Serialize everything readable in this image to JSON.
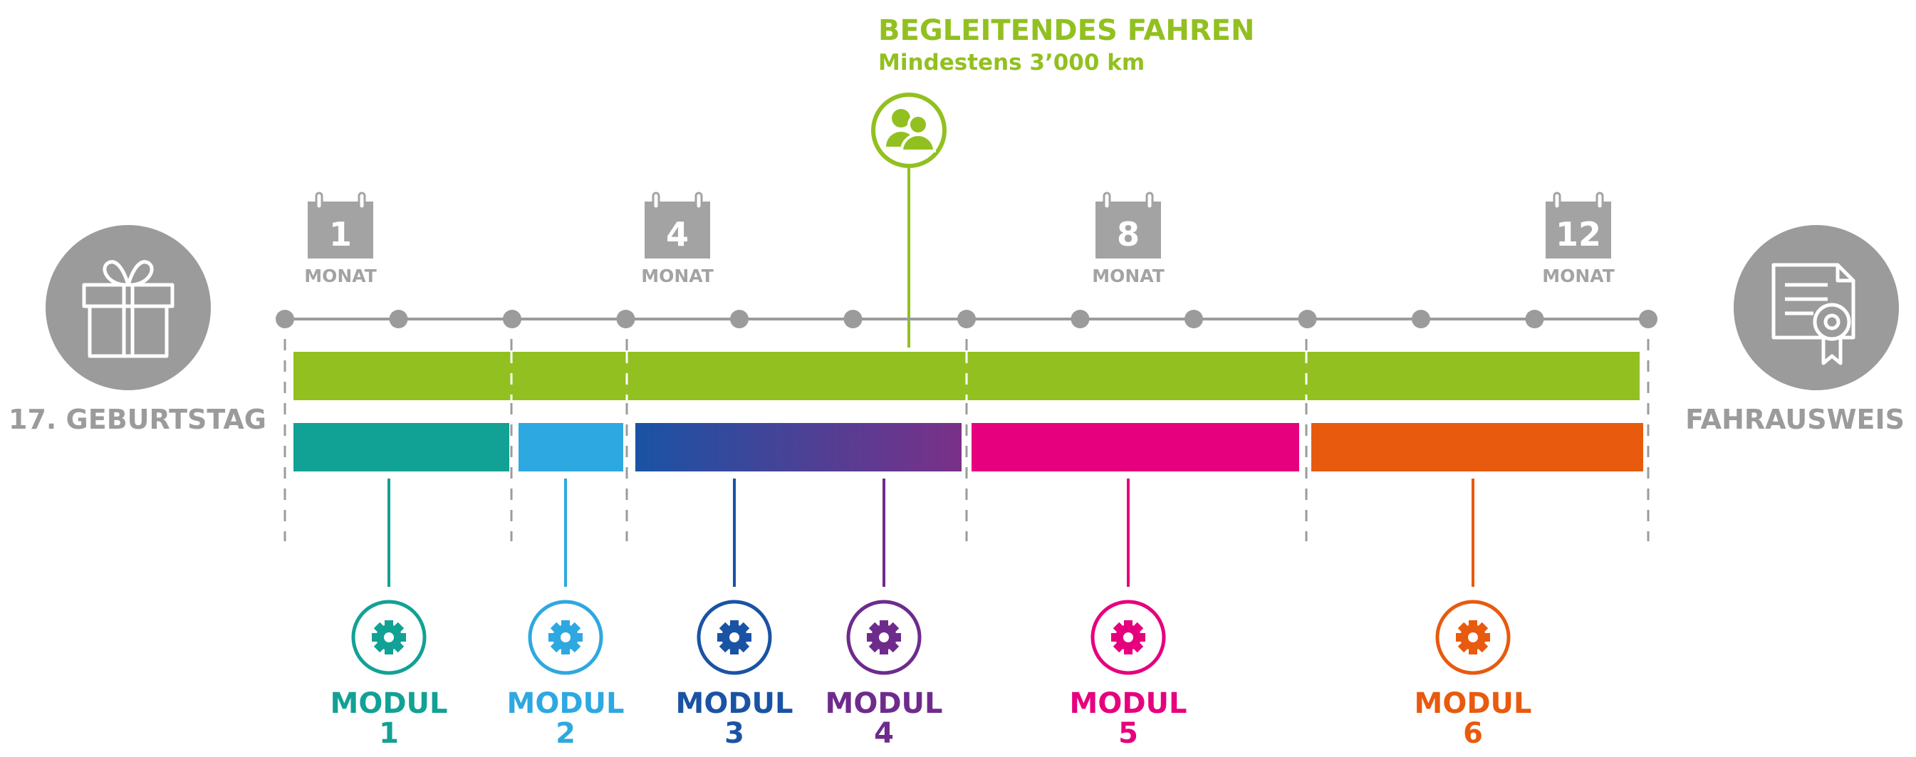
{
  "top_label": {
    "title": "BEGLEITENDES FAHREN",
    "subtitle": "Mindestens 3’000 km",
    "icon": "people-icon",
    "color": "#92c020"
  },
  "start": {
    "label": "17. GEBURTSTAG",
    "icon": "gift-icon",
    "color": "#9b9b9b"
  },
  "end": {
    "label": "FAHRAUSWEIS",
    "icon": "certificate-icon",
    "color": "#9b9b9b"
  },
  "months": [
    {
      "number": "1",
      "label": "MONAT",
      "icon": "calendar-icon"
    },
    {
      "number": "4",
      "label": "MONAT",
      "icon": "calendar-icon"
    },
    {
      "number": "8",
      "label": "MONAT",
      "icon": "calendar-icon"
    },
    {
      "number": "12",
      "label": "MONAT",
      "icon": "calendar-icon"
    }
  ],
  "timeline": {
    "color": "#9b9b9b",
    "steps": 12
  },
  "green_bar": {
    "color": "#92c020",
    "from_month": 0,
    "to_month": 12
  },
  "modules": [
    {
      "label": "MODUL",
      "number": "1",
      "color": "#12a195",
      "from_month": 0,
      "to_month": 2,
      "icon": "gear-icon"
    },
    {
      "label": "MODUL",
      "number": "2",
      "color": "#2ea8e0",
      "from_month": 2,
      "to_month": 3,
      "icon": "gear-icon"
    },
    {
      "label": "MODUL",
      "number": "3",
      "color": "#1a53a4",
      "from_month": 3,
      "to_month": 6,
      "icon": "gear-icon"
    },
    {
      "label": "MODUL",
      "number": "4",
      "color": "#6e2b8c",
      "from_month": 3,
      "to_month": 6,
      "icon": "gear-icon"
    },
    {
      "label": "MODUL",
      "number": "5",
      "color": "#e6007e",
      "from_month": 6,
      "to_month": 9,
      "icon": "gear-icon"
    },
    {
      "label": "MODUL",
      "number": "6",
      "color": "#e85a0e",
      "from_month": 9,
      "to_month": 12,
      "icon": "gear-icon"
    }
  ]
}
